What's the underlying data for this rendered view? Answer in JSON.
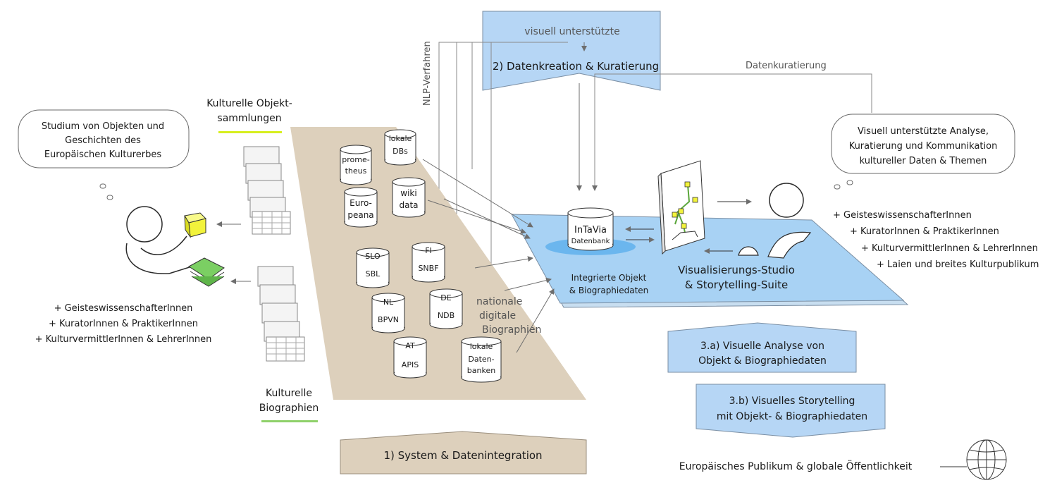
{
  "colors": {
    "beige": "#ddd0bc",
    "blue_panel": "#b6d6f5",
    "blue_platform": "#a8d2f4",
    "yellow_accent": "#d7ef1f",
    "green_accent": "#8fd16a",
    "cube_yellow": "#f2f33b",
    "book_green": "#7bcf63"
  },
  "top": {
    "panel_top": "visuell unterstützte",
    "panel_main": "2) Datenkreation & Kuratierung",
    "nlp": "NLP-Verfahren",
    "datenkuratierung": "Datenkuratierung"
  },
  "bubble_left": {
    "l1": "Studium von Objekten und",
    "l2": "Geschichten des",
    "l3": "Europäischen Kulturerbes"
  },
  "bubble_right": {
    "l1": "Visuell unterstützte Analyse,",
    "l2": "Kuratierung und  Kommunikation",
    "l3": "kultureller Daten & Themen"
  },
  "objects_label": {
    "l1": "Kulturelle Objekt-",
    "l2": "sammlungen"
  },
  "bio_label": {
    "l1": "Kulturelle",
    "l2": "Biographien"
  },
  "left_users": [
    "+ GeisteswissenschafterInnen",
    "+ KuratorInnen & PraktikerInnen",
    "+ KulturvermittlerInnen & LehrerInnen"
  ],
  "right_users": [
    "+ GeisteswissenschafterInnen",
    "+ KuratorInnen & PraktikerInnen",
    "+ KulturvermittlerInnen & LehrerInnen",
    "+ Laien und breites Kulturpublikum"
  ],
  "db": {
    "lokale_dbs": [
      "lokale",
      "DBs"
    ],
    "prometheus": [
      "prome-",
      "theus"
    ],
    "europeana": [
      "Euro-",
      "peana"
    ],
    "wikidata": [
      "wiki",
      "data"
    ],
    "slo": [
      "SLO",
      "SBL"
    ],
    "fi": [
      "FI",
      "SNBF"
    ],
    "nl": [
      "NL",
      "BPVN"
    ],
    "de": [
      "DE",
      "NDB"
    ],
    "at": [
      "AT",
      "APIS"
    ],
    "lokale_db2": [
      "lokale",
      "Daten-",
      "banken"
    ]
  },
  "nationale": [
    "nationale",
    "digitale",
    "Biographien"
  ],
  "intavia": {
    "l1": "InTaVia",
    "l2": "Datenbank"
  },
  "integrierte": {
    "l1": "Integrierte Objekt",
    "l2": "& Biographiedaten"
  },
  "studio": {
    "l1": "Visualisierungs-Studio",
    "l2": "& Storytelling-Suite"
  },
  "box_3a": {
    "l1": "3.a) Visuelle Analyse von",
    "l2": "Objekt & Biographiedaten"
  },
  "box_3b": {
    "l1": "3.b) Visuelles Storytelling",
    "l2": "mit Objekt- & Biographiedaten"
  },
  "box_1": "1) System & Datenintegration",
  "publikum": "Europäisches Publikum & globale Öffentlichkeit"
}
